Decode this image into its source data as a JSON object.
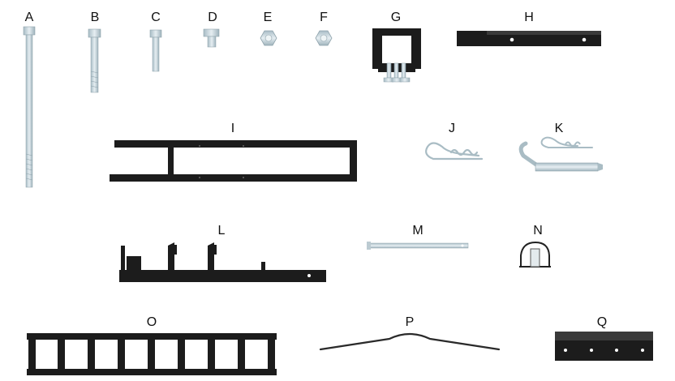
{
  "parts": [
    {
      "key": "a",
      "label": "A"
    },
    {
      "key": "b",
      "label": "B"
    },
    {
      "key": "c",
      "label": "C"
    },
    {
      "key": "d",
      "label": "D"
    },
    {
      "key": "e",
      "label": "E"
    },
    {
      "key": "f",
      "label": "F"
    },
    {
      "key": "g",
      "label": "G"
    },
    {
      "key": "h",
      "label": "H"
    },
    {
      "key": "i",
      "label": "I"
    },
    {
      "key": "j",
      "label": "J"
    },
    {
      "key": "k",
      "label": "K"
    },
    {
      "key": "l",
      "label": "L"
    },
    {
      "key": "m",
      "label": "M"
    },
    {
      "key": "n",
      "label": "N"
    },
    {
      "key": "o",
      "label": "O"
    },
    {
      "key": "p",
      "label": "P"
    },
    {
      "key": "q",
      "label": "Q"
    }
  ],
  "colors": {
    "steel": "#c9d6dc",
    "steel_dark": "#9eb0b8",
    "black": "#1c1c1c",
    "label": "#111111"
  }
}
